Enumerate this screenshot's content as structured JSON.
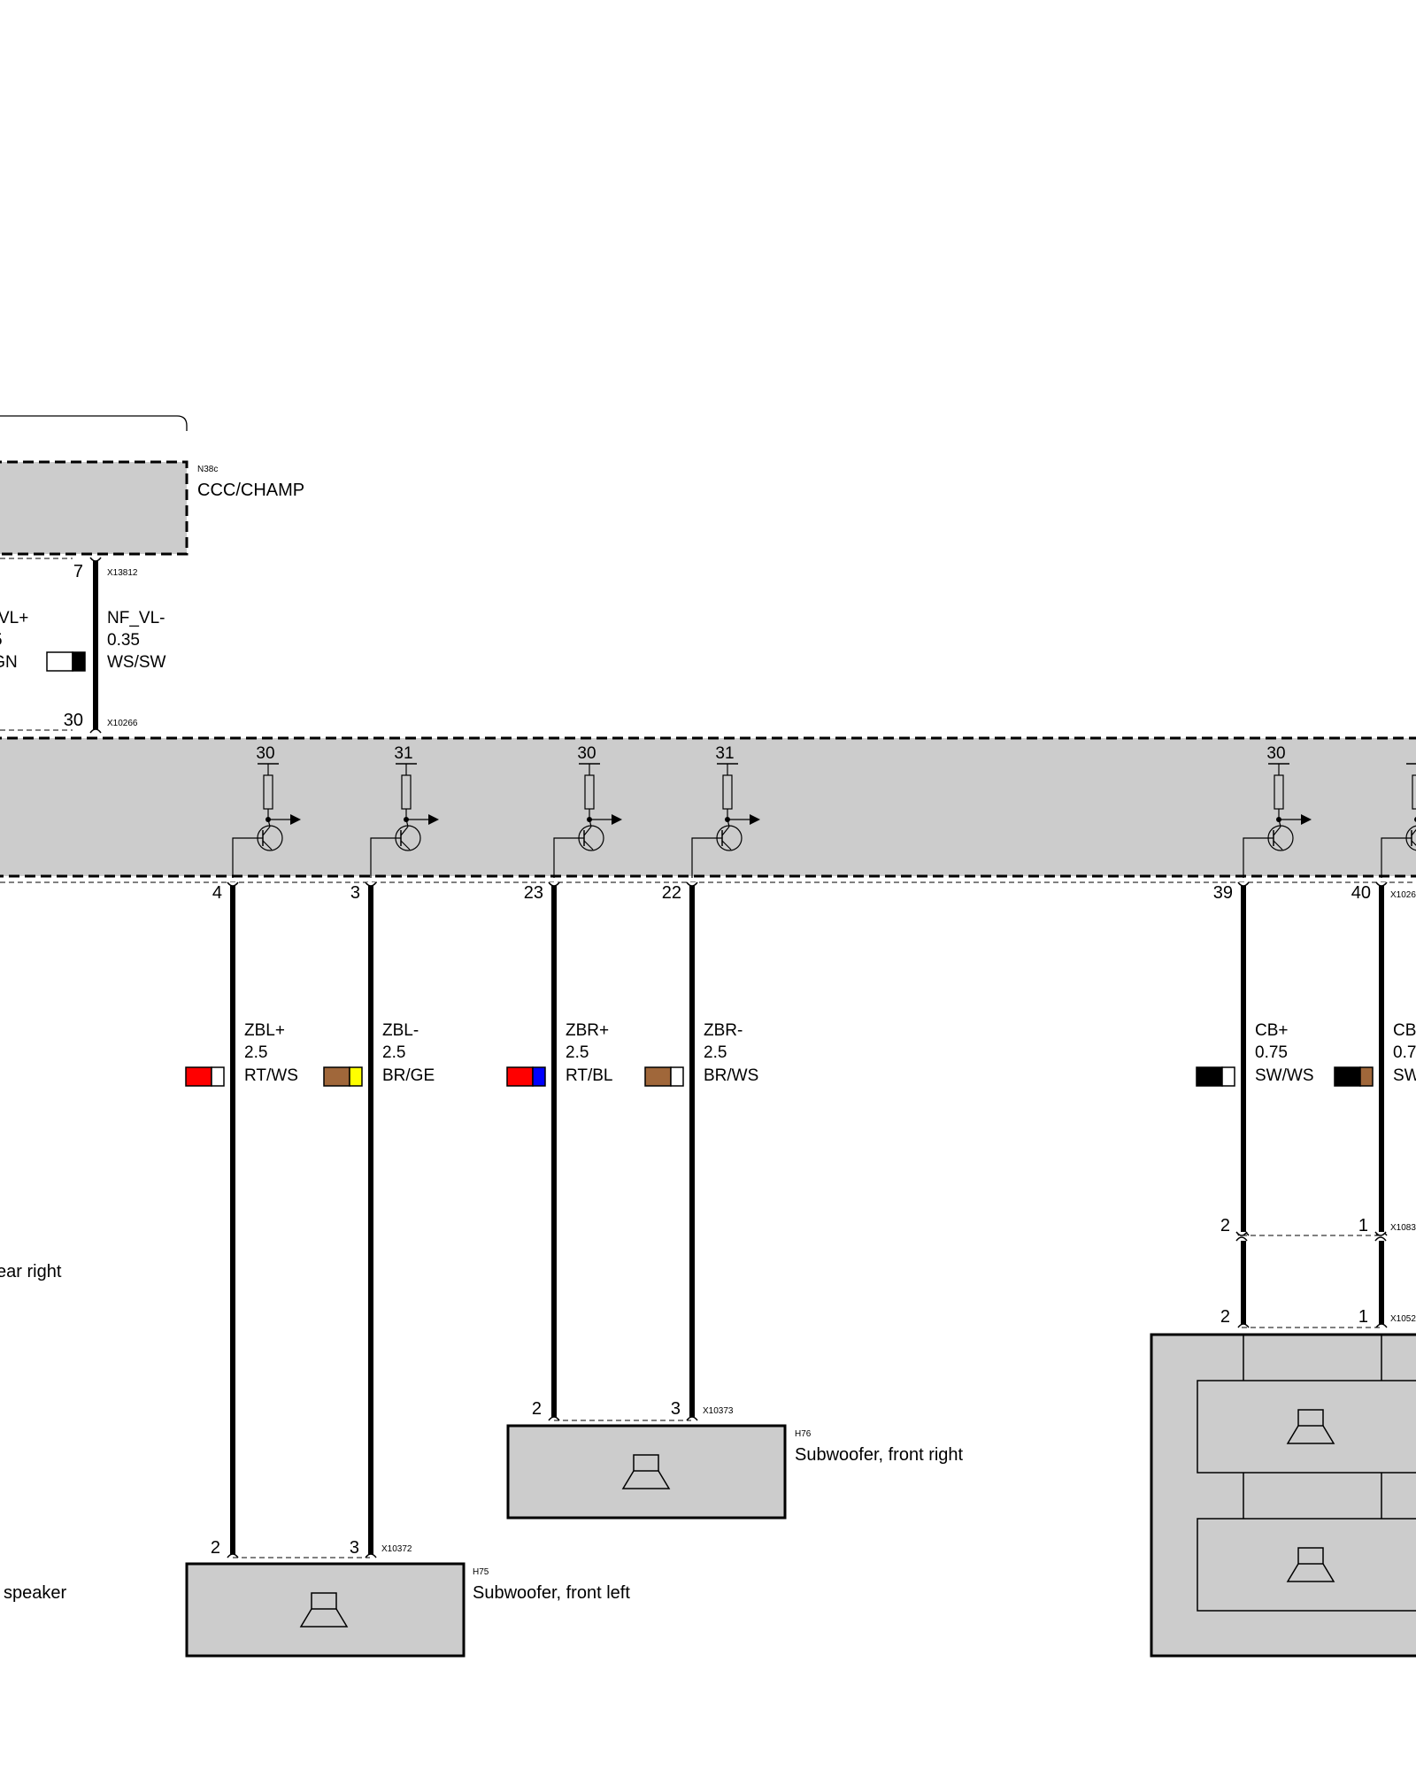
{
  "control_unit": {
    "code": "N38c",
    "name": "CCC/CHAMP",
    "pin_top": "7",
    "connector_top": "X13812",
    "pin_bottom": "30",
    "connector_bottom": "X10266"
  },
  "left_partial_wire": {
    "name": "VL+",
    "size": "5",
    "color": "/GN"
  },
  "nf_wire": {
    "name": "NF_VL-",
    "size": "0.35",
    "color": "WS/SW",
    "swatch": [
      "#ffffff",
      "#000000"
    ]
  },
  "amplifier": {
    "outputs": [
      {
        "supply": "30",
        "pin": "4"
      },
      {
        "supply": "31",
        "pin": "3"
      },
      {
        "supply": "30",
        "pin": "23"
      },
      {
        "supply": "31",
        "pin": "22"
      },
      {
        "supply": "30",
        "pin": "39"
      },
      {
        "supply": "",
        "pin": "40"
      }
    ],
    "connector": "X1026"
  },
  "wires": [
    {
      "name": "ZBL+",
      "size": "2.5",
      "color": "RT/WS",
      "swatch": [
        "#ff0000",
        "#ffffff"
      ]
    },
    {
      "name": "ZBL-",
      "size": "2.5",
      "color": "BR/GE",
      "swatch": [
        "#a0673a",
        "#ffff00"
      ]
    },
    {
      "name": "ZBR+",
      "size": "2.5",
      "color": "RT/BL",
      "swatch": [
        "#ff0000",
        "#0000ff"
      ]
    },
    {
      "name": "ZBR-",
      "size": "2.5",
      "color": "BR/WS",
      "swatch": [
        "#a0673a",
        "#ffffff"
      ]
    },
    {
      "name": "CB+",
      "size": "0.75",
      "color": "SW/WS",
      "swatch": [
        "#000000",
        "#ffffff"
      ]
    },
    {
      "name": "CB",
      "size": "0.7",
      "color": "SW",
      "swatch": [
        "#000000",
        "#a0673a"
      ]
    }
  ],
  "subwoofer_left": {
    "code": "H75",
    "name": "Subwoofer, front left",
    "pin_a": "2",
    "pin_b": "3",
    "connector": "X10372"
  },
  "subwoofer_right": {
    "code": "H76",
    "name": "Subwoofer, front right",
    "pin_a": "2",
    "pin_b": "3",
    "connector": "X10373"
  },
  "center_speaker": {
    "inline_pin_a": "2",
    "inline_pin_b": "1",
    "inline_connector": "X1083",
    "pin_a": "2",
    "pin_b": "1",
    "connector": "X1052"
  },
  "cut_labels": {
    "rear_right": "ear right",
    "speaker": "speaker"
  }
}
